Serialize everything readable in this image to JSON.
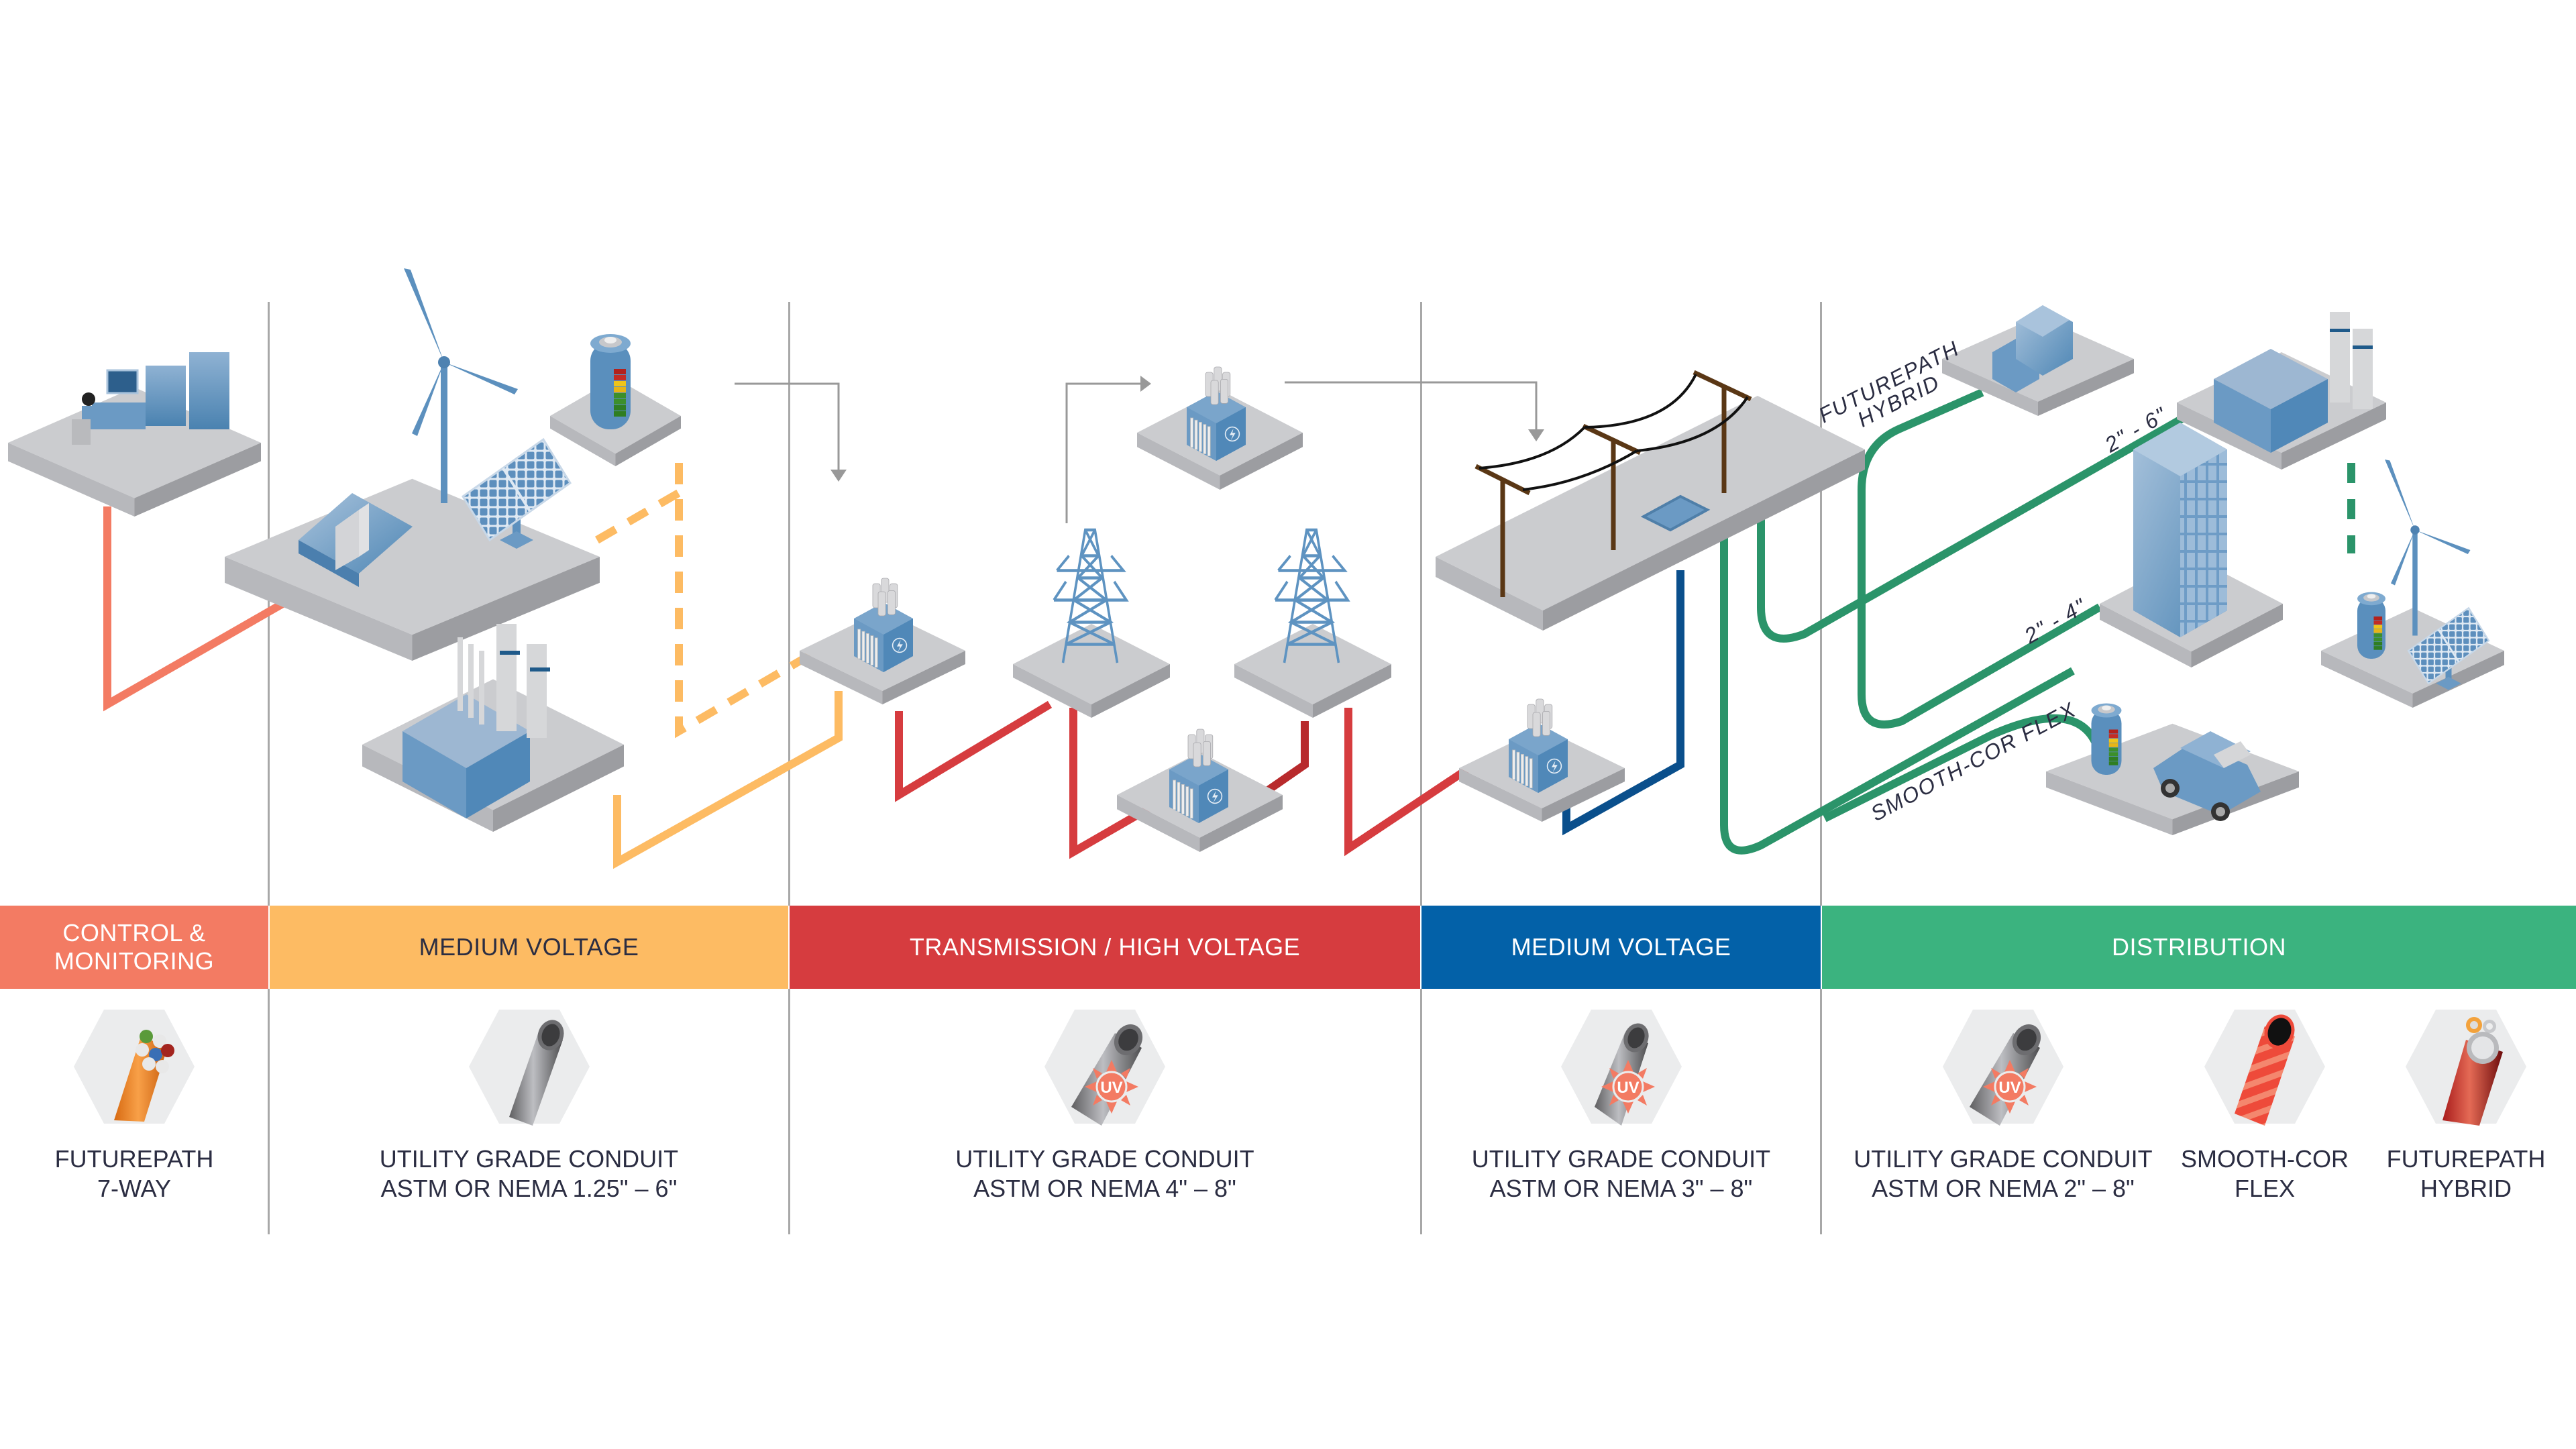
{
  "diagram": {
    "title": "Power grid conduit applications",
    "segments": [
      {
        "id": "control",
        "label_lines": [
          "CONTROL &",
          "MONITORING"
        ],
        "color": "#f37b63",
        "text_color": "#ffffff"
      },
      {
        "id": "medium-voltage-gen",
        "label_lines": [
          "MEDIUM VOLTAGE"
        ],
        "color": "#fdbb63",
        "text_color": "#2b2d42"
      },
      {
        "id": "transmission",
        "label_lines": [
          "TRANSMISSION / HIGH VOLTAGE"
        ],
        "color": "#d63c3f",
        "text_color": "#ffffff"
      },
      {
        "id": "medium-voltage-sub",
        "label_lines": [
          "MEDIUM VOLTAGE"
        ],
        "color": "#0361a8",
        "text_color": "#ffffff"
      },
      {
        "id": "distribution",
        "label_lines": [
          "DISTRIBUTION"
        ],
        "color": "#3bb37f",
        "text_color": "#ffffff"
      }
    ],
    "products": [
      {
        "segment": "control",
        "icon": "futurepath-7way-conduit-icon",
        "label_lines": [
          "FUTUREPATH",
          "7-WAY"
        ],
        "uv_rated": false
      },
      {
        "segment": "medium-voltage-gen",
        "icon": "gray-conduit-icon",
        "label_lines": [
          "UTILITY GRADE CONDUIT",
          "ASTM OR NEMA 1.25\" – 6\""
        ],
        "uv_rated": false
      },
      {
        "segment": "transmission",
        "icon": "gray-conduit-uv-icon",
        "label_lines": [
          "UTILITY GRADE CONDUIT",
          "ASTM OR NEMA 4\" – 8\""
        ],
        "uv_rated": true
      },
      {
        "segment": "medium-voltage-sub",
        "icon": "gray-conduit-uv-icon",
        "label_lines": [
          "UTILITY GRADE CONDUIT",
          "ASTM OR NEMA 3\" – 8\""
        ],
        "uv_rated": true
      },
      {
        "segment": "distribution",
        "icon": "gray-conduit-uv-icon",
        "label_lines": [
          "UTILITY GRADE CONDUIT",
          "ASTM OR NEMA 2\" – 8\""
        ],
        "uv_rated": true
      },
      {
        "segment": "distribution",
        "icon": "smooth-cor-flex-conduit-icon",
        "label_lines": [
          "SMOOTH-COR",
          "FLEX"
        ],
        "uv_rated": false
      },
      {
        "segment": "distribution",
        "icon": "futurepath-hybrid-conduit-icon",
        "label_lines": [
          "FUTUREPATH",
          "HYBRID"
        ],
        "uv_rated": false
      }
    ],
    "uv_badge_text": "UV",
    "line_labels": {
      "futurepath_hybrid": [
        "FUTUREPATH",
        "HYBRID"
      ],
      "size_2_6": "2\" - 6\"",
      "size_2_4": "2\" - 4\"",
      "smooth_cor_flex": "SMOOTH-COR FLEX"
    },
    "nodes": [
      "control-room",
      "hydro-dam",
      "wind-turbine",
      "solar-panel",
      "battery-storage",
      "power-plant",
      "step-up-transformer",
      "transmission-tower-1",
      "transmission-tower-2",
      "transformer-top",
      "transformer-bottom",
      "utility-poles-platform",
      "substation-transformer",
      "house",
      "factory",
      "office-building",
      "ev-charging",
      "renewable-microgrid"
    ],
    "colors": {
      "platform_top": "#cbcccf",
      "platform_side_left": "#b7b8bc",
      "platform_side_right": "#9c9da1",
      "equipment_blue": "#6b9ac4",
      "control_line": "#f37b63",
      "medium_voltage_line": "#fdbb63",
      "transmission_line": "#d63c3f",
      "substation_line": "#0a4f8c",
      "distribution_line": "#2b946a",
      "arrow_gray": "#999999",
      "label_text": "#2b2d42"
    }
  }
}
